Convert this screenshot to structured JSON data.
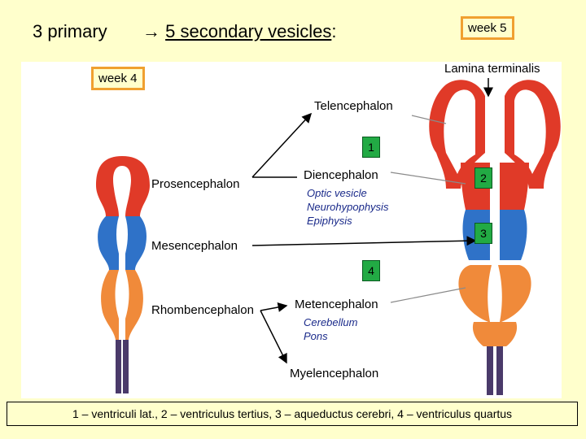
{
  "header": {
    "primary": "3 primary",
    "arrow": "→",
    "secondary": "5 secondary vesicles",
    "colon": ":"
  },
  "badges": {
    "week4": "week 4",
    "week5": "week 5"
  },
  "labels": {
    "lamina_terminalis": "Lamina terminalis",
    "telencephalon": "Telencephalon",
    "prosencephalon": "Prosencephalon",
    "diencephalon": "Diencephalon",
    "diencephalon_sub": [
      "Optic vesicle",
      "Neurohypophysis",
      "Epiphysis"
    ],
    "mesencephalon": "Mesencephalon",
    "rhombencephalon": "Rhombencephalon",
    "metencephalon": "Metencephalon",
    "metencephalon_sub": [
      "Cerebellum",
      "Pons"
    ],
    "myelencephalon": "Myelencephalon"
  },
  "numbers": {
    "n1": "1",
    "n2": "2",
    "n3": "3",
    "n4": "4"
  },
  "legend": "1 – ventriculi lat., 2 – ventriculus tertius, 3 – aqueductus cerebri, 4 – ventriculus quartus",
  "colors": {
    "forebrain": "#e03a28",
    "midbrain": "#2f72c8",
    "hindbrain": "#f08a3a",
    "spinal": "#4a3a6a",
    "badge_border": "#f0a030",
    "number_box": "#22aa44"
  }
}
